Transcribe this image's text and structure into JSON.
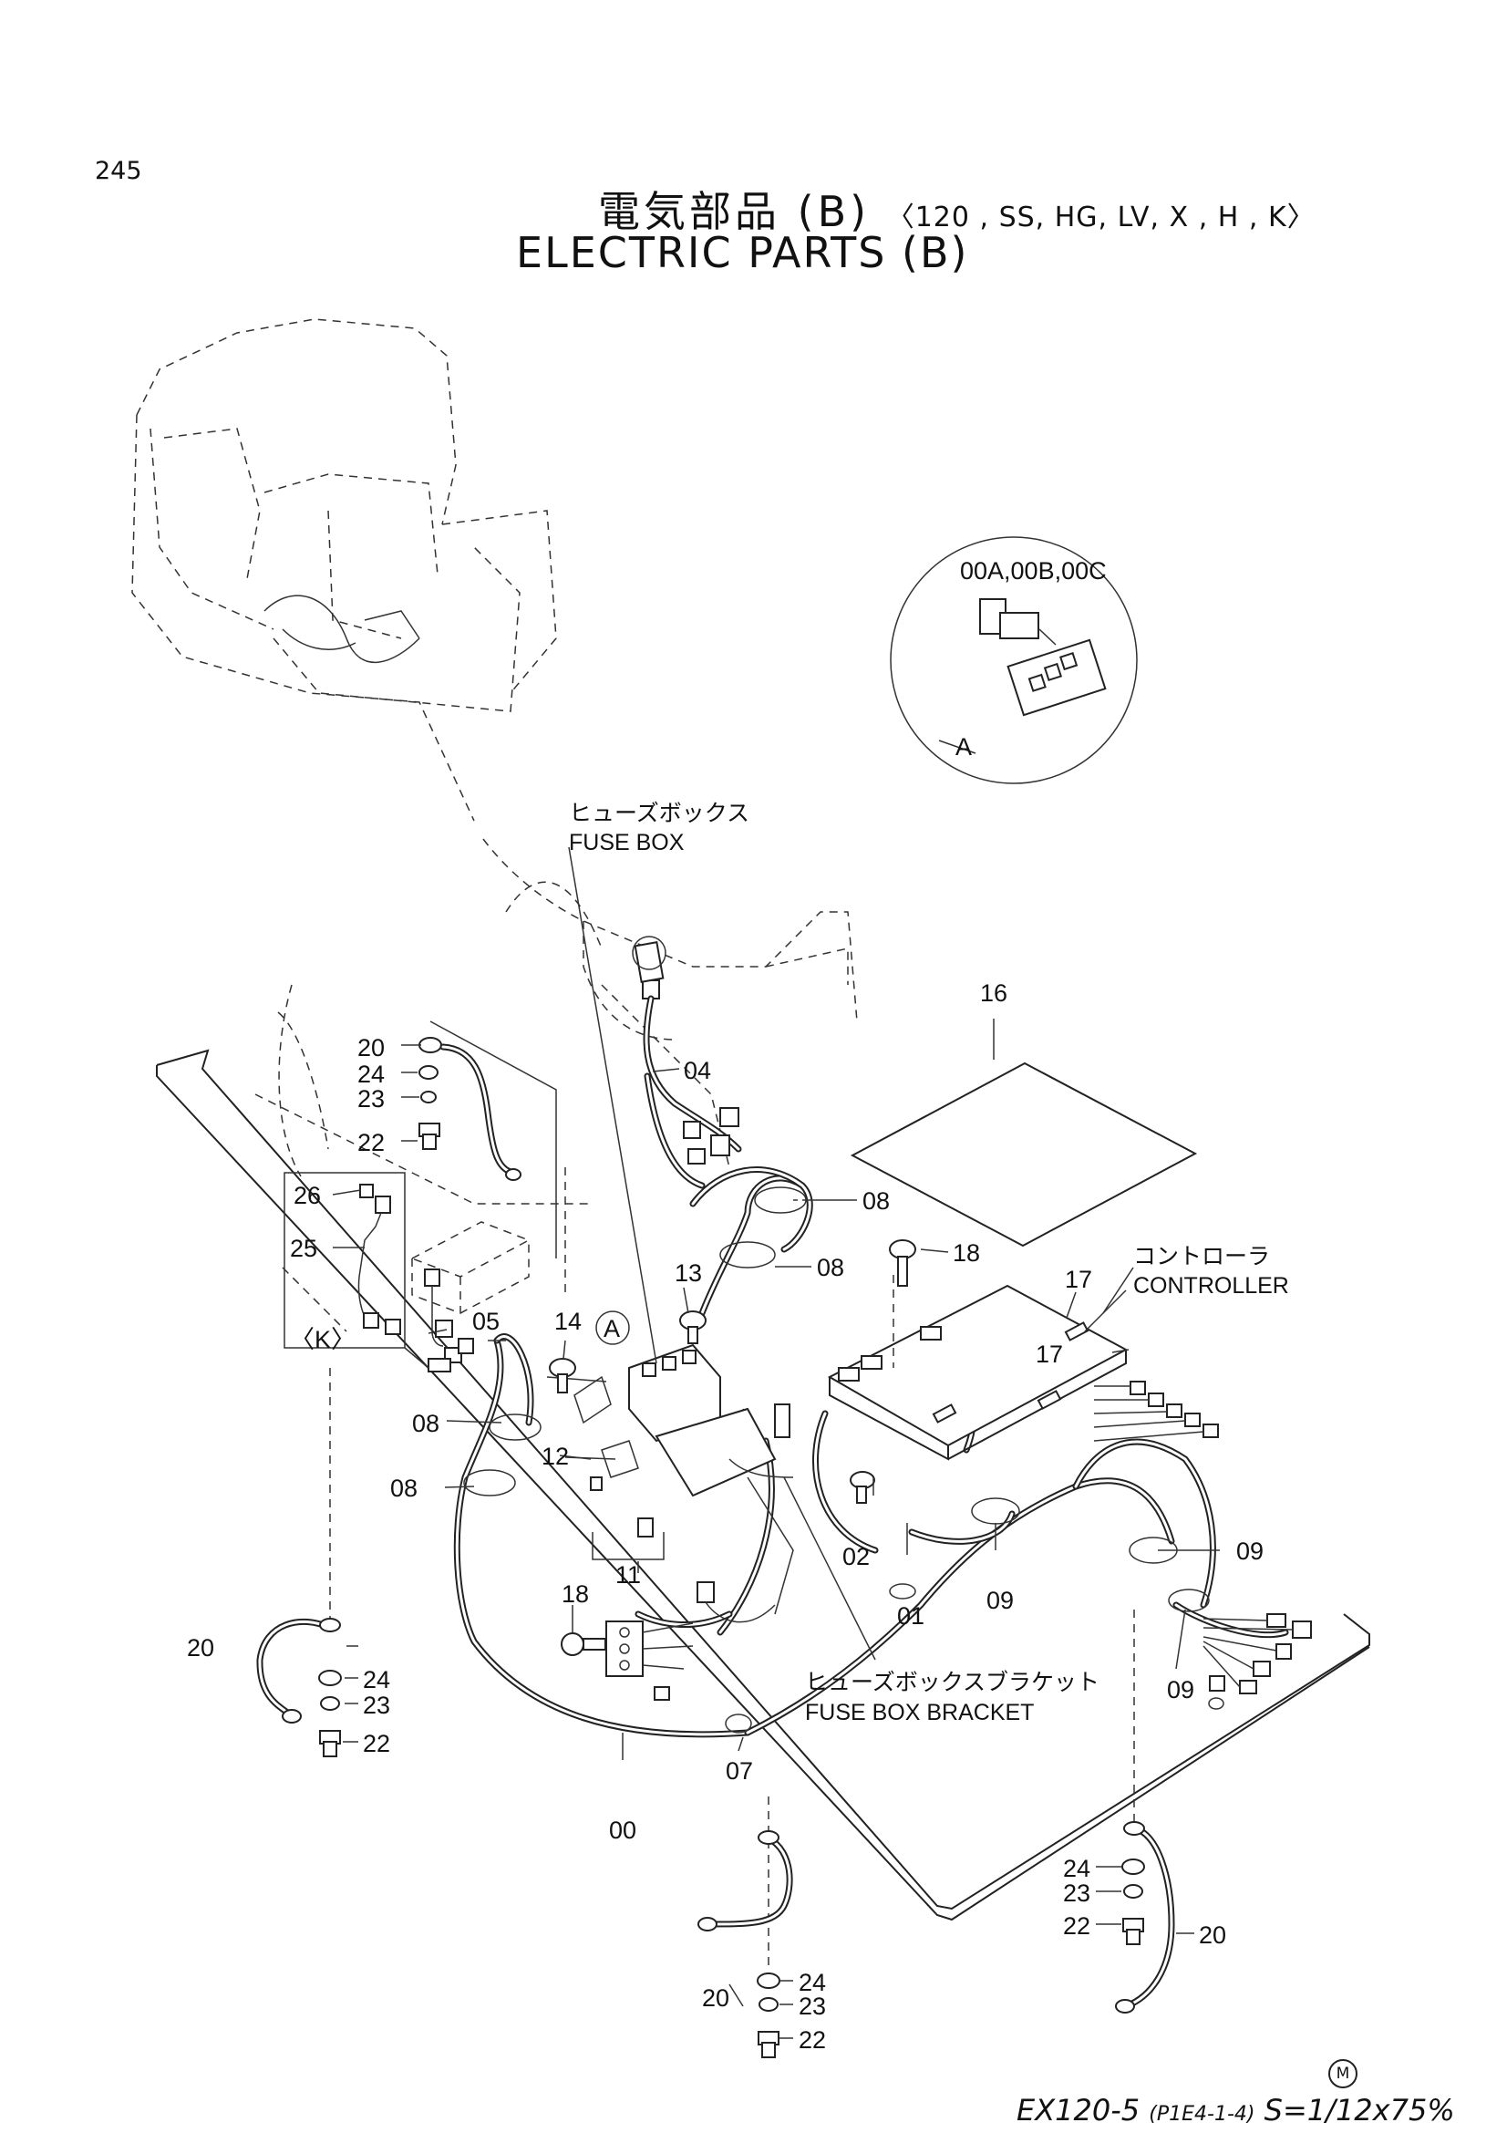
{
  "page_number": "245",
  "title": {
    "jp": "電気部品 (B)",
    "variants": "〈120 , SS, HG, LV, X , H , K〉",
    "en": "ELECTRIC  PARTS (B)"
  },
  "callouts": {
    "fuse_box_jp": "ヒューズボックス",
    "fuse_box_en": "FUSE BOX",
    "controller_jp": "コントローラ",
    "controller_en": "CONTROLLER",
    "fuse_box_bracket_jp": "ヒューズボックスブラケット",
    "fuse_box_bracket_en": "FUSE BOX BRACKET"
  },
  "detail_view": {
    "parts": "00A,00B,00C",
    "ref": "A"
  },
  "k_variant_label": "〈K〉",
  "part_labels": {
    "p00": "00",
    "p01": "01",
    "p02": "02",
    "p04": "04",
    "p05": "05",
    "p07": "07",
    "p08a": "08",
    "p08b": "08",
    "p08c": "08",
    "p08d": "08",
    "p09a": "09",
    "p09b": "09",
    "p09c": "09",
    "p11": "11",
    "p12": "12",
    "p13": "13",
    "p14": "14",
    "p16": "16",
    "p17a": "17",
    "p17b": "17",
    "p18a": "18",
    "p18b": "18",
    "p20a": "20",
    "p20b": "20",
    "p20c": "20",
    "p20d": "20",
    "p22a": "22",
    "p22b": "22",
    "p22c": "22",
    "p22d": "22",
    "p23a": "23",
    "p23b": "23",
    "p23c": "23",
    "p23d": "23",
    "p24a": "24",
    "p24b": "24",
    "p24c": "24",
    "p24d": "24",
    "p25": "25",
    "p26": "26",
    "ref_a": "A"
  },
  "footer": {
    "model": "EX120-5",
    "code": "(P1E4-1-4)",
    "scale": "S=1/12x75%",
    "mark": "M"
  }
}
